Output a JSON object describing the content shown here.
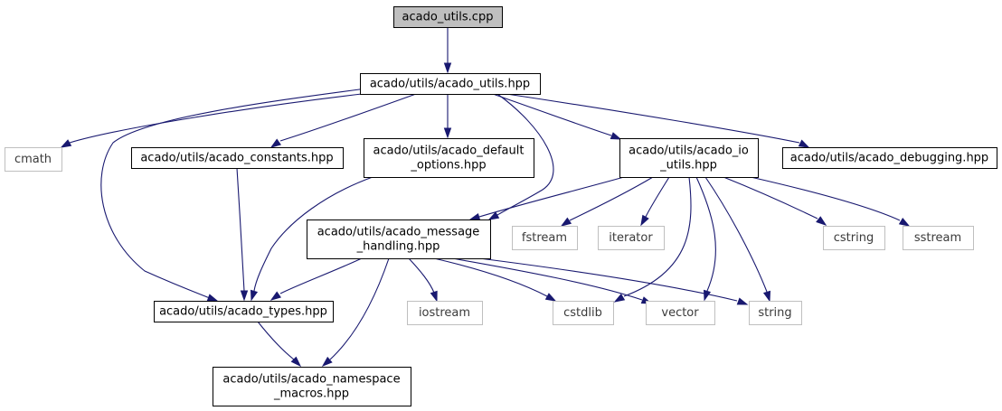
{
  "colors": {
    "edge": "#191970",
    "node_border": "#000000",
    "system_border": "#bfbfbf",
    "root_fill": "#bfbfbf",
    "fill": "#ffffff"
  },
  "nodes": {
    "root": {
      "lines": [
        "acado_utils.cpp"
      ],
      "kind": "root"
    },
    "utils": {
      "lines": [
        "acado/utils/acado_utils.hpp"
      ],
      "kind": "header"
    },
    "cmath": {
      "lines": [
        "cmath"
      ],
      "kind": "system"
    },
    "constants": {
      "lines": [
        "acado/utils/acado_constants.hpp"
      ],
      "kind": "header"
    },
    "default_options": {
      "lines": [
        "acado/utils/acado_default",
        "_options.hpp"
      ],
      "kind": "header"
    },
    "io_utils": {
      "lines": [
        "acado/utils/acado_io",
        "_utils.hpp"
      ],
      "kind": "header"
    },
    "debugging": {
      "lines": [
        "acado/utils/acado_debugging.hpp"
      ],
      "kind": "header"
    },
    "message": {
      "lines": [
        "acado/utils/acado_message",
        "_handling.hpp"
      ],
      "kind": "header"
    },
    "fstream": {
      "lines": [
        "fstream"
      ],
      "kind": "system"
    },
    "iterator": {
      "lines": [
        "iterator"
      ],
      "kind": "system"
    },
    "cstring": {
      "lines": [
        "cstring"
      ],
      "kind": "system"
    },
    "sstream": {
      "lines": [
        "sstream"
      ],
      "kind": "system"
    },
    "types": {
      "lines": [
        "acado/utils/acado_types.hpp"
      ],
      "kind": "header"
    },
    "iostream": {
      "lines": [
        "iostream"
      ],
      "kind": "system"
    },
    "cstdlib": {
      "lines": [
        "cstdlib"
      ],
      "kind": "system"
    },
    "vector": {
      "lines": [
        "vector"
      ],
      "kind": "system"
    },
    "string": {
      "lines": [
        "string"
      ],
      "kind": "system"
    },
    "namespace": {
      "lines": [
        "acado/utils/acado_namespace",
        "_macros.hpp"
      ],
      "kind": "header"
    }
  },
  "edges": [
    [
      "root",
      "utils"
    ],
    [
      "utils",
      "cmath"
    ],
    [
      "utils",
      "constants"
    ],
    [
      "utils",
      "default_options"
    ],
    [
      "utils",
      "io_utils"
    ],
    [
      "utils",
      "debugging"
    ],
    [
      "utils",
      "message"
    ],
    [
      "utils",
      "types"
    ],
    [
      "constants",
      "types"
    ],
    [
      "default_options",
      "types"
    ],
    [
      "io_utils",
      "message"
    ],
    [
      "io_utils",
      "fstream"
    ],
    [
      "io_utils",
      "iterator"
    ],
    [
      "io_utils",
      "cstring"
    ],
    [
      "io_utils",
      "sstream"
    ],
    [
      "io_utils",
      "cstdlib"
    ],
    [
      "io_utils",
      "vector"
    ],
    [
      "io_utils",
      "string"
    ],
    [
      "message",
      "types"
    ],
    [
      "message",
      "namespace"
    ],
    [
      "message",
      "iostream"
    ],
    [
      "message",
      "cstdlib"
    ],
    [
      "message",
      "vector"
    ],
    [
      "message",
      "string"
    ],
    [
      "types",
      "namespace"
    ]
  ]
}
